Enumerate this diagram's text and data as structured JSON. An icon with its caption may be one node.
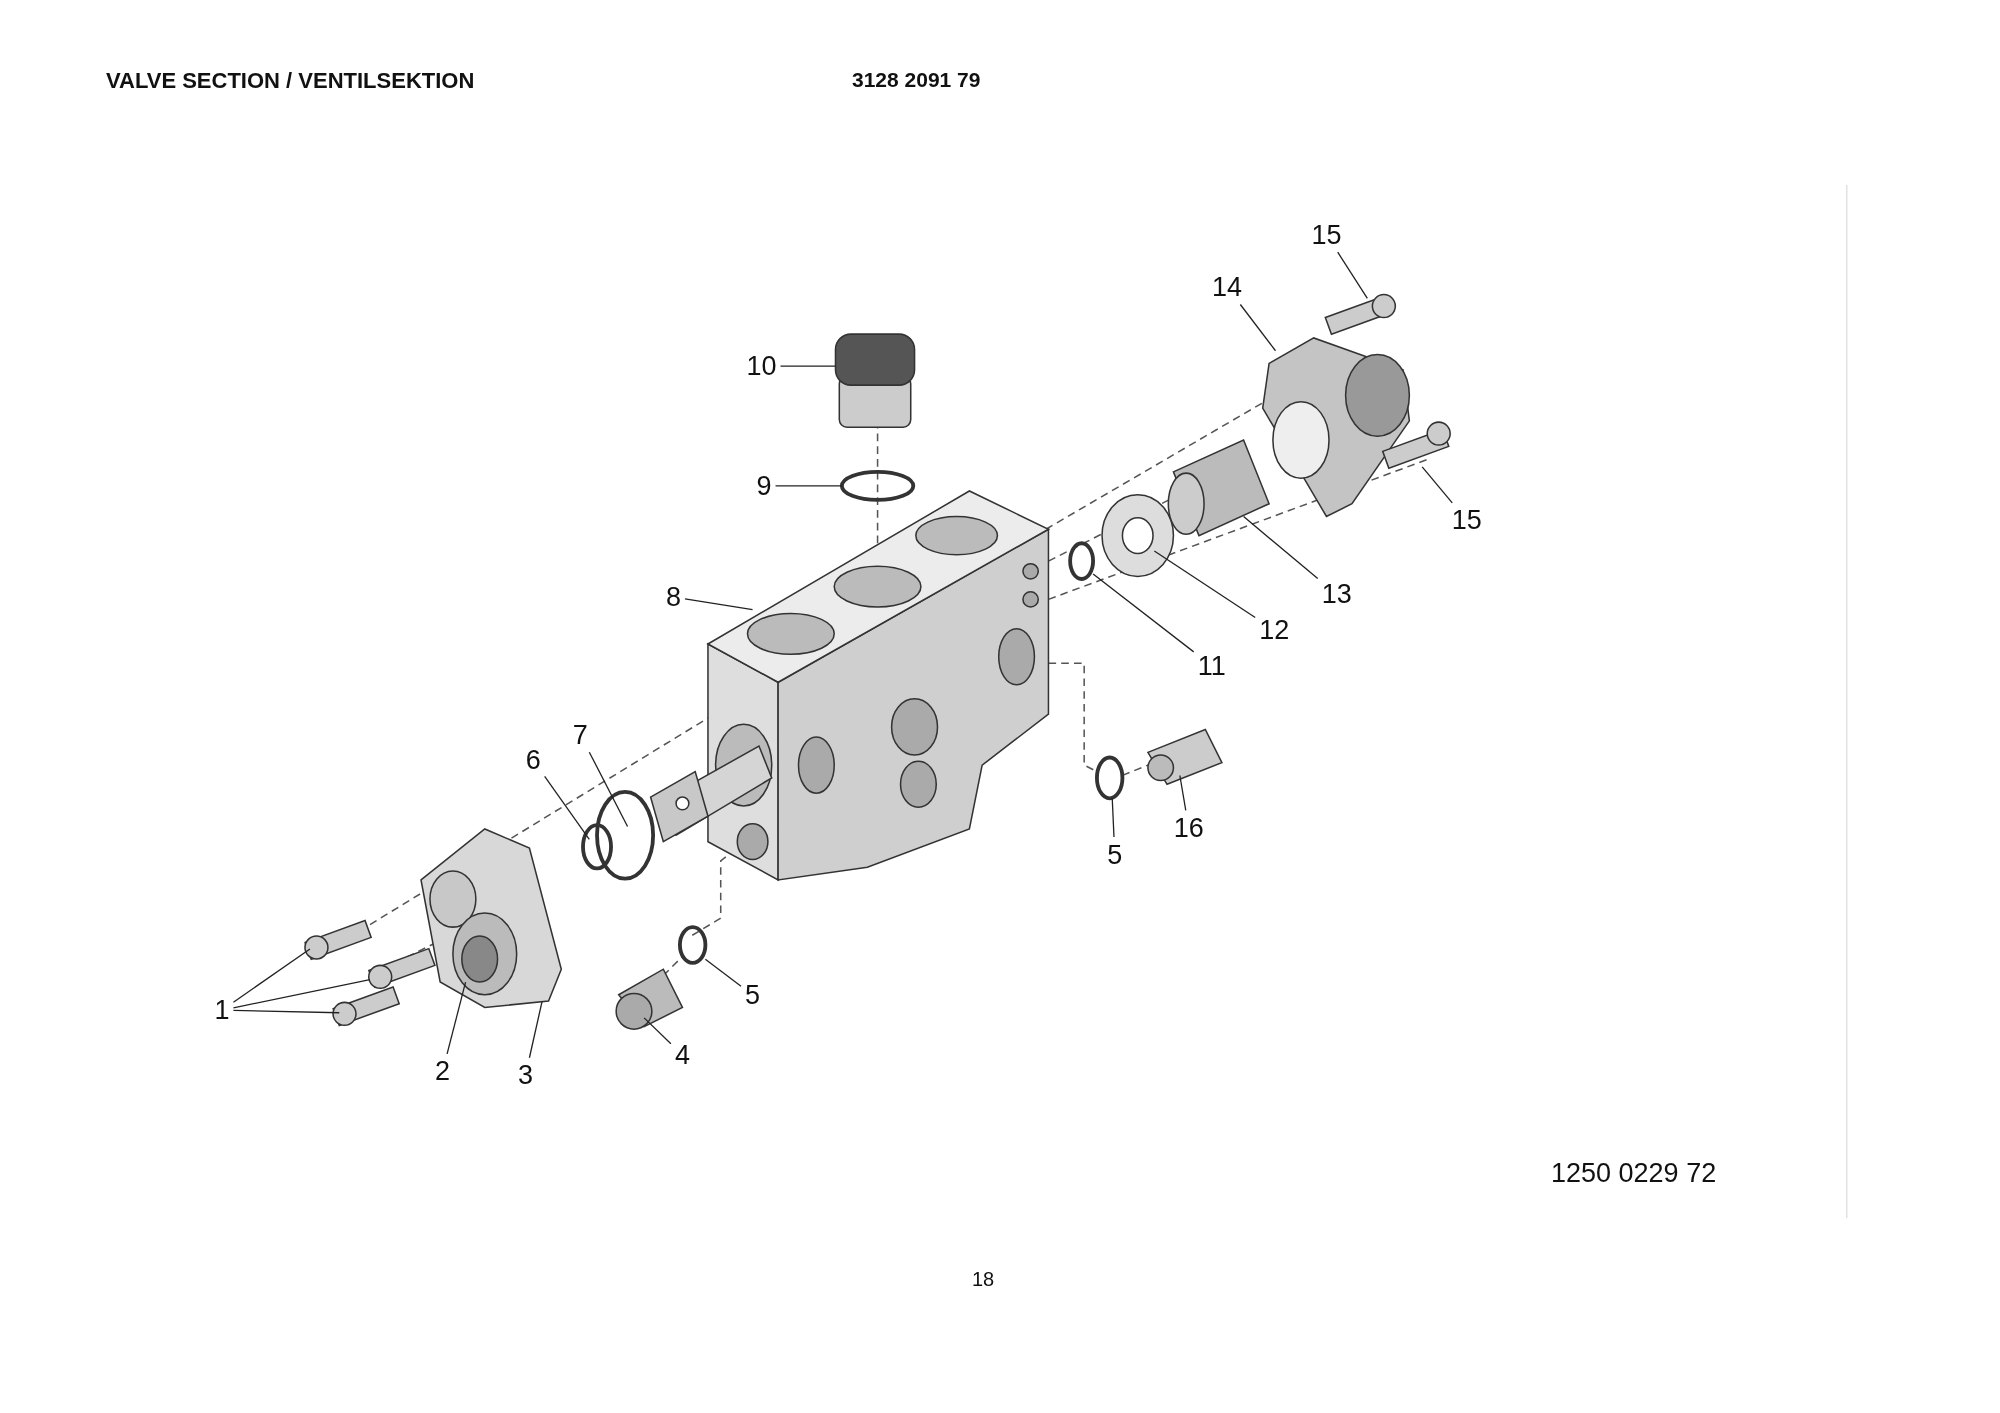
{
  "diagram": {
    "title": "VALVE SECTION / VENTILSEKTION",
    "nodes": [
      {
        "text": [
          "15"
        ]
      },
      {
        "text": [
          "14"
        ]
      },
      {
        "text": [
          "10"
        ]
      },
      {
        "text": [
          "9"
        ]
      },
      {
        "text": [
          "15"
        ]
      },
      {
        "text": [
          "13"
        ]
      },
      {
        "text": [
          "8"
        ]
      },
      {
        "text": [
          "12"
        ]
      },
      {
        "text": [
          "11"
        ]
      },
      {
        "text": [
          "7"
        ]
      },
      {
        "text": [
          "6"
        ]
      },
      {
        "text": [
          "16"
        ]
      },
      {
        "text": [
          "5"
        ]
      },
      {
        "text": [
          "5"
        ]
      },
      {
        "text": [
          "1"
        ]
      },
      {
        "text": [
          "4"
        ]
      },
      {
        "text": [
          "2"
        ]
      },
      {
        "text": [
          "3"
        ]
      }
    ],
    "edges": [
      {
        "from": 0,
        "to": null,
        "arrow": "none"
      },
      {
        "from": 1,
        "to": null,
        "arrow": "none"
      },
      {
        "from": 2,
        "to": null,
        "arrow": "none"
      },
      {
        "from": 3,
        "to": null,
        "arrow": "none"
      },
      {
        "from": 4,
        "to": null,
        "arrow": "none"
      },
      {
        "from": 5,
        "to": null,
        "arrow": "none"
      },
      {
        "from": 6,
        "to": null,
        "arrow": "none"
      },
      {
        "from": 7,
        "to": null,
        "arrow": "none"
      },
      {
        "from": 8,
        "to": null,
        "arrow": "none"
      },
      {
        "from": 9,
        "to": null,
        "arrow": "none"
      },
      {
        "from": 10,
        "to": null,
        "arrow": "none"
      },
      {
        "from": 11,
        "to": null,
        "arrow": "none"
      },
      {
        "from": 12,
        "to": null,
        "arrow": "none"
      },
      {
        "from": 13,
        "to": null,
        "arrow": "none"
      },
      {
        "from": 14,
        "to": null,
        "arrow": "none"
      },
      {
        "from": 14,
        "to": null,
        "arrow": "none"
      },
      {
        "from": 14,
        "to": null,
        "arrow": "none"
      },
      {
        "from": 15,
        "to": null,
        "arrow": "none"
      },
      {
        "from": 16,
        "to": null,
        "arrow": "none"
      },
      {
        "from": 17,
        "to": null,
        "arrow": "none"
      }
    ],
    "labels": [
      "3128 2091 79",
      "1250 0229 72",
      "18"
    ]
  }
}
